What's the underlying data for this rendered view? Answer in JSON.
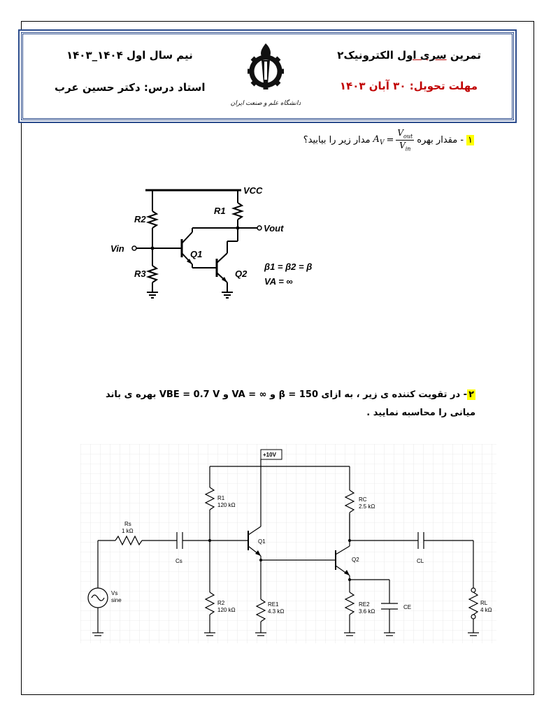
{
  "header": {
    "course_title": "تمرین سری اول الکترونیک۲",
    "course_title_plain_start": "تمرین ",
    "course_title_under": "سری اول",
    "course_title_end": " الکترونیک۲",
    "deadline": "مهلت تحویل: ۳۰ آبان ۱۴۰۳",
    "semester": "نیم سال اول ۱۴۰۴_۱۴۰۳",
    "instructor": "استاد درس: دکتر حسین عرب",
    "logo_caption": "دانشگاه علم و صنعت ایران"
  },
  "question1": {
    "number": "۱",
    "text_before": "- مقدار بهره",
    "gain_symbol": "A",
    "gain_sub": "V",
    "frac_num": "V",
    "frac_num_sub": "out",
    "frac_den": "V",
    "frac_den_sub": "in",
    "text_after": "مدار زیر را بیابید؟",
    "circuit": {
      "vcc": "VCC",
      "r1": "R1",
      "r2": "R2",
      "r3": "R3",
      "q1": "Q1",
      "q2": "Q2",
      "vin": "Vin",
      "vout": "Vout",
      "beta_eq": "β1 = β2 = β",
      "va_eq": "VA = ∞"
    }
  },
  "question2": {
    "number": "۲",
    "text": "- در تقویت کننده ی زیر ، به ازای 150 = β و ∞ = VA و VBE = 0.7 V بهره ی باند میانی را محاسبه نمایید .",
    "circuit": {
      "supply": "+10V",
      "rs": "Rs",
      "rs_val": "1 kΩ",
      "r1": "R1",
      "r1_val": "120 kΩ",
      "r2": "R2",
      "r2_val": "120 kΩ",
      "rc": "RC",
      "rc_val": "2.5 kΩ",
      "re1": "RE1",
      "re1_val": "4.3 kΩ",
      "re2": "RE2",
      "re2_val": "3.6 kΩ",
      "rl": "RL",
      "rl_val": "4 kΩ",
      "cs": "Cs",
      "cl": "CL",
      "ce": "CE",
      "q1": "Q1",
      "q2": "Q2",
      "vs": "Vs",
      "vs_type": "sine"
    }
  },
  "colors": {
    "frame_blue": "#2b4b8c",
    "deadline_red": "#c00000",
    "highlight": "#ffff00"
  }
}
